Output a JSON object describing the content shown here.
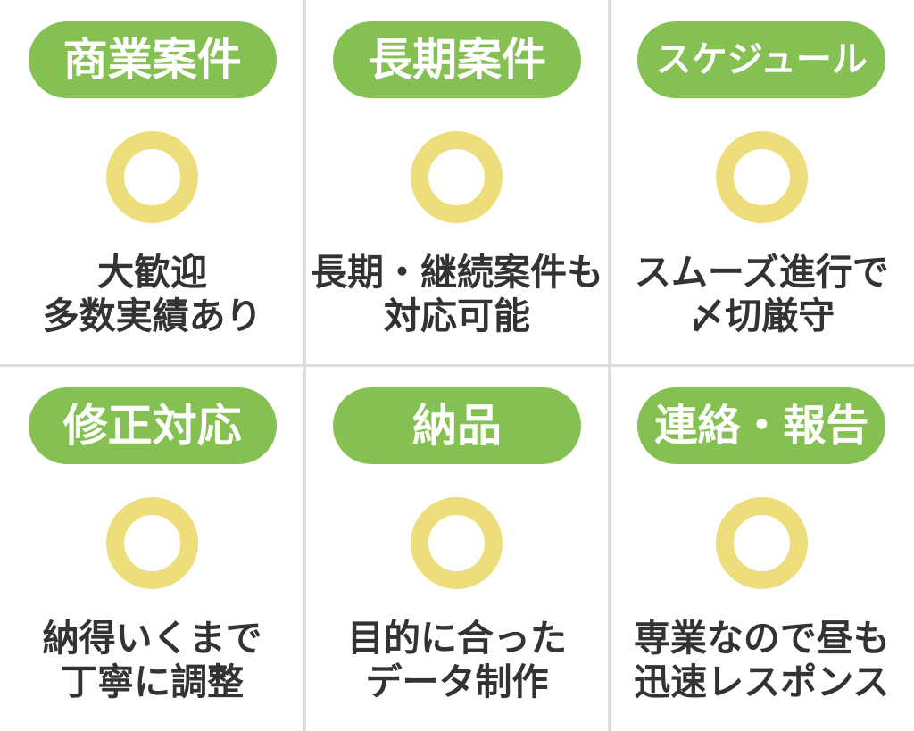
{
  "page": {
    "background": "#FFFFFF"
  },
  "colors": {
    "page_bg": "#FFFFFF",
    "badge_green": "#85C152",
    "badge_text_white": "#FFFFFF",
    "ring_yellow": "#EDDD7B",
    "text_dark": "#333333",
    "divider_gray": "#DEDEDE"
  },
  "cards": [
    {
      "title": "商業案件",
      "icon": "maru-circle-icon",
      "lines": [
        "大歓迎",
        "多数実績あり"
      ]
    },
    {
      "title": "長期案件",
      "icon": "maru-circle-icon",
      "lines": [
        "長期・継続案件も",
        "対応可能"
      ]
    },
    {
      "title": "スケジュール",
      "icon": "maru-circle-icon",
      "lines": [
        "スムーズ進行で",
        "〆切厳守"
      ]
    },
    {
      "title": "修正対応",
      "icon": "maru-circle-icon",
      "lines": [
        "納得いくまで",
        "丁寧に調整"
      ]
    },
    {
      "title": "納品",
      "icon": "maru-circle-icon",
      "lines": [
        "目的に合った",
        "データ制作"
      ]
    },
    {
      "title": "連絡・報告",
      "icon": "maru-circle-icon",
      "lines": [
        "専業なので昼も",
        "迅速レスポンス"
      ]
    }
  ]
}
